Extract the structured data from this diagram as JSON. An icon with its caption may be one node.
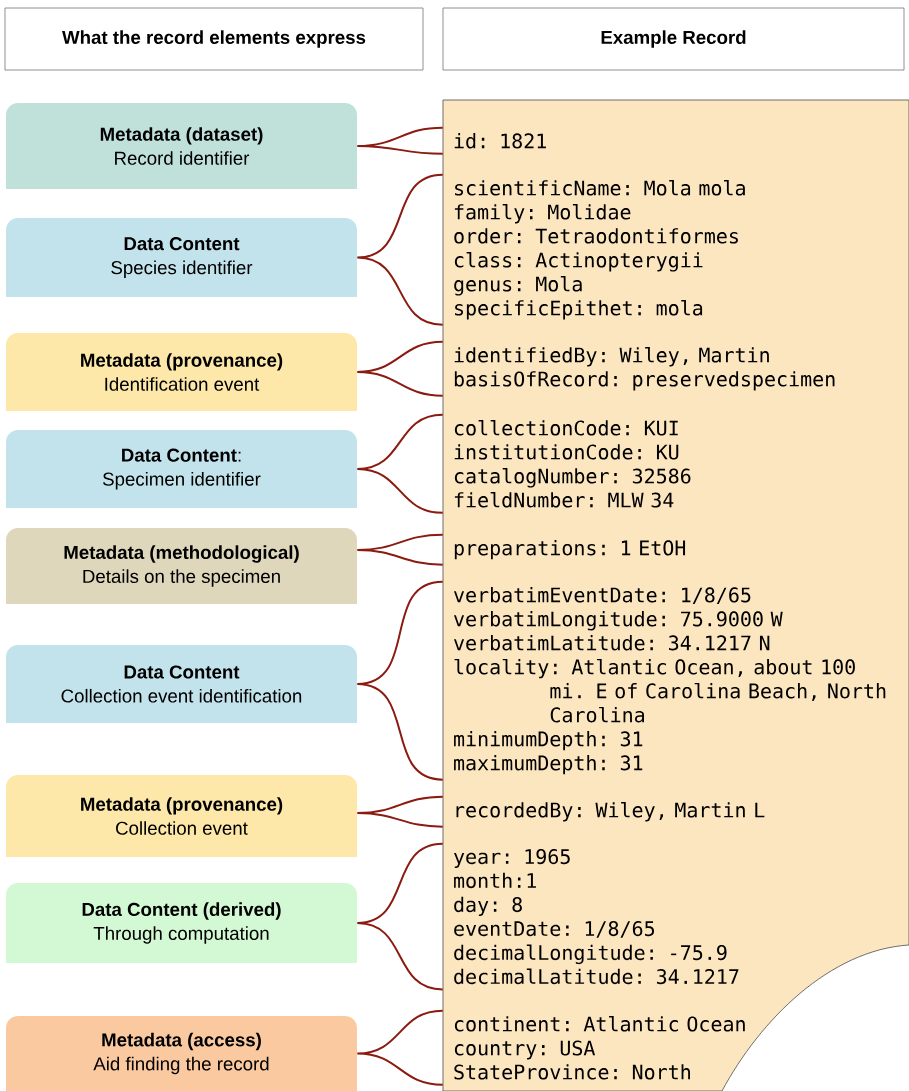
{
  "diagram": {
    "nodes": [
      {
        "text": [
          "What the record elements express"
        ]
      },
      {
        "text": [
          "Example Record"
        ]
      },
      {
        "text": [
          "Metadata (dataset)",
          "Record identifier"
        ]
      },
      {
        "text": [
          "Data Content",
          "Species identifier"
        ]
      },
      {
        "text": [
          "Metadata (provenance)",
          "Identification event"
        ]
      },
      {
        "text": [
          "**Data Content**:",
          "Specimen identifier"
        ]
      },
      {
        "text": [
          "Metadata (methodological)",
          "Details on the specimen"
        ]
      },
      {
        "text": [
          "Data Content",
          "Collection event identification"
        ]
      },
      {
        "text": [
          "Metadata (provenance)",
          "Collection event"
        ]
      },
      {
        "text": [
          "Data Content (derived)",
          "Through computation"
        ]
      },
      {
        "text": [
          "Metadata (access)",
          "Aid finding the record"
        ]
      },
      {
        "text": [],
        "shape": "box"
      },
      {
        "text": [
          "id: 1821"
        ],
        "in": 11
      },
      {
        "text": [
          "scientificName: Mola mola",
          "family: Molidae",
          "order: Tetraodontiformes",
          "class: Actinopterygii",
          "genus: Mola",
          "specificEpithet: mola"
        ],
        "in": 11
      },
      {
        "text": [
          "identifiedBy: Wiley, Martin",
          "basisOfRecord: preservedspecimen"
        ],
        "in": 11
      },
      {
        "text": [
          "collectionCode: KUI",
          "institutionCode: KU",
          "catalogNumber: 32586",
          "fieldNumber: MLW 34"
        ],
        "in": 11
      },
      {
        "text": [
          "preparations: 1 EtOH"
        ],
        "in": 11
      },
      {
        "text": [
          "verbatimEventDate: 1/8/65",
          "verbatimLongitude: 75.9000 W",
          "verbatimLatitude: 34.1217 N",
          "locality: Atlantic Ocean, about 100 mi. E of Carolina Beach, North Carolina",
          "minimumDepth: 31",
          "maximumDepth: 31"
        ],
        "in": 11
      },
      {
        "text": [
          "recordedBy: Wiley, Martin L"
        ],
        "in": 11
      },
      {
        "text": [
          "year: 1965",
          "month:1",
          "day: 8",
          "eventDate: 1/8/65",
          "decimalLongitude: -75.9",
          "decimalLatitude: 34.1217"
        ],
        "in": 11
      },
      {
        "text": [
          "continent: Atlantic Ocean",
          "country: USA",
          "StateProvince: North"
        ],
        "in": 11
      }
    ],
    "edges": [
      {
        "from": 2,
        "to": 12,
        "arrow": "none"
      },
      {
        "from": 3,
        "to": 13,
        "arrow": "none"
      },
      {
        "from": 4,
        "to": 14,
        "arrow": "none"
      },
      {
        "from": 5,
        "to": 15,
        "arrow": "none"
      },
      {
        "from": 6,
        "to": 16,
        "arrow": "none"
      },
      {
        "from": 7,
        "to": 17,
        "arrow": "none"
      },
      {
        "from": 8,
        "to": 18,
        "arrow": "none"
      },
      {
        "from": 9,
        "to": 19,
        "arrow": "none"
      },
      {
        "from": 10,
        "to": 20,
        "arrow": "none"
      }
    ]
  }
}
